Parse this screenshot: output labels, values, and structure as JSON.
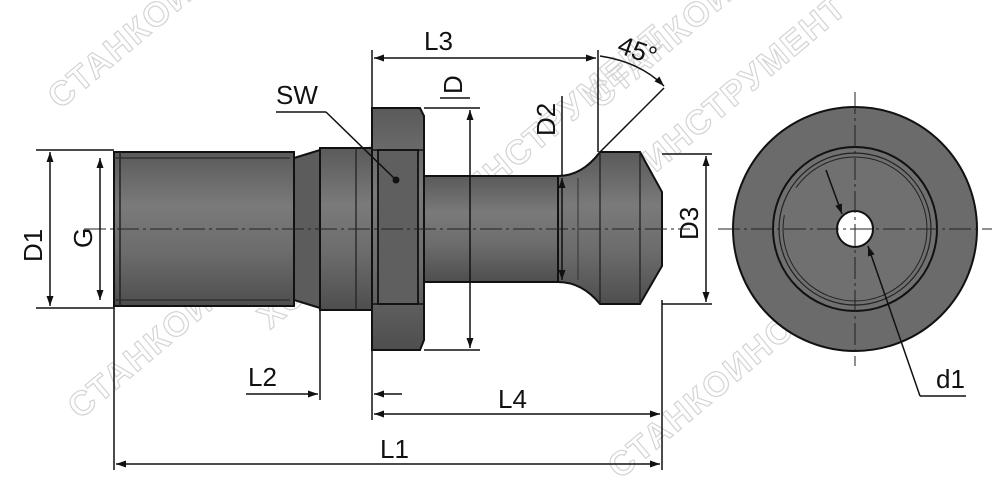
{
  "labels": {
    "L1": "L1",
    "L2": "L2",
    "L3": "L3",
    "L4": "L4",
    "D": "D",
    "D1": "D1",
    "D2": "D2",
    "D3": "D3",
    "G": "G",
    "SW": "SW",
    "d1": "d1",
    "angle": "45°"
  },
  "watermark": {
    "text": "СТАНКОИНСТРУМЕНТ",
    "text2": "ХОЛДИНГ"
  },
  "colors": {
    "body_fill": "#6e6e6e",
    "body_dark": "#4a4a4a",
    "face_fill": "#6b6b6b",
    "line": "#111111",
    "watermark": "#d4d4d4"
  }
}
